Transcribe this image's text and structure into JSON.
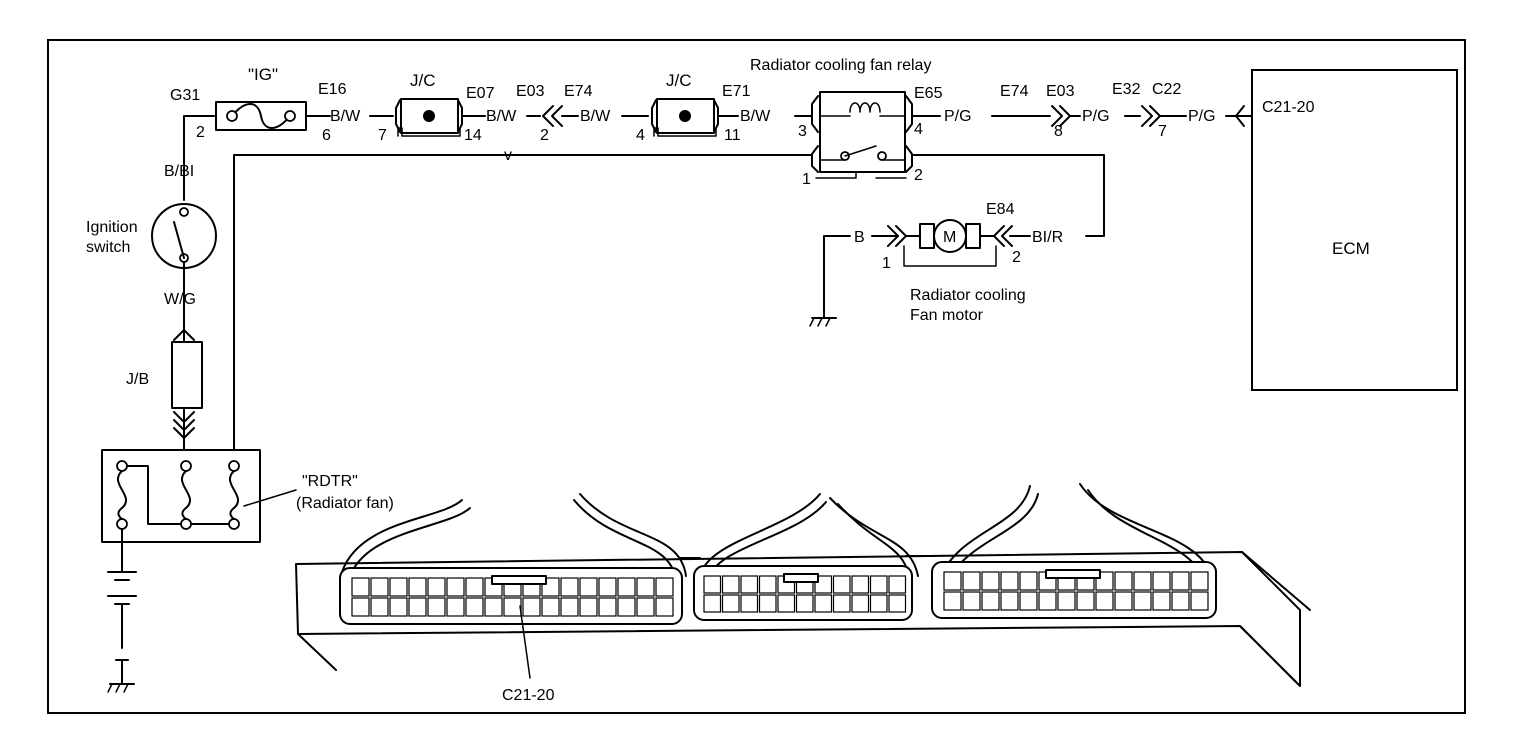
{
  "fuses": {
    "ig": "\"IG\"",
    "rdtr": "\"RDTR\"",
    "rdtr_desc": "(Radiator fan)"
  },
  "junctions": {
    "jc1": "J/C",
    "jc2": "J/C",
    "jb": "J/B"
  },
  "connectors": {
    "g31": "G31",
    "e16": "E16",
    "e07": "E07",
    "e03a": "E03",
    "e74a": "E74",
    "e71": "E71",
    "e65": "E65",
    "e74b": "E74",
    "e03b": "E03",
    "e32": "E32",
    "c22": "C22",
    "c21_20_ecm": "C21-20",
    "e84": "E84",
    "c21_20_bottom": "C21-20"
  },
  "wires": {
    "bw1": "B/W",
    "bw2": "B/W",
    "bw3": "B/W",
    "bw4": "B/W",
    "pg1": "P/G",
    "pg2": "P/G",
    "pg3": "P/G",
    "bbl": "B/BI",
    "wg": "W/G",
    "b": "B",
    "blr": "BI/R",
    "mark_v": "v"
  },
  "pins": {
    "g31_2": "2",
    "e16_6": "6",
    "jc1_7": "7",
    "jc1_14": "14",
    "e03_2": "2",
    "jc2_4": "4",
    "jc2_11": "11",
    "relay_3": "3",
    "relay_4": "4",
    "relay_1": "1",
    "relay_2": "2",
    "e03_8": "8",
    "e32_7": "7",
    "motor_1": "1",
    "motor_2": "2"
  },
  "components": {
    "relay_title": "Radiator cooling fan relay",
    "ignition_line1": "Ignition",
    "ignition_line2": "switch",
    "motor_line1": "Radiator cooling",
    "motor_line2": "Fan motor",
    "motor_symbol": "M",
    "ecm": "ECM"
  }
}
